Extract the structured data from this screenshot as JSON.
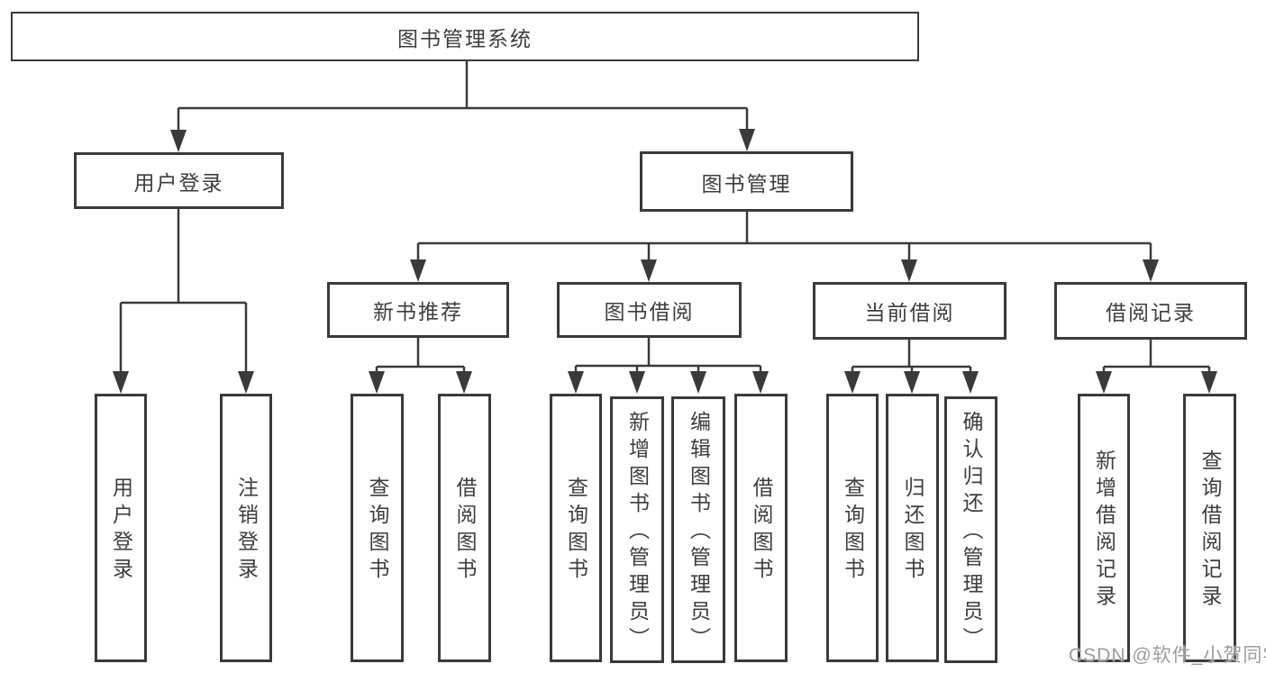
{
  "diagram": {
    "type": "hierarchy-tree",
    "title": "图书管理系统",
    "hierarchy": {
      "图书管理系统": {
        "用户登录": [
          "用户登录",
          "注销登录"
        ],
        "图书管理": {
          "新书推荐": [
            "查询图书",
            "借阅图书"
          ],
          "图书借阅": [
            "查询图书",
            "新增图书（管理员）",
            "编辑图书（管理员）",
            "借阅图书"
          ],
          "当前借阅": [
            "查询图书",
            "归还图书",
            "确认归还（管理员）"
          ],
          "借阅记录": [
            "新增借阅记录",
            "查询借阅记录"
          ]
        }
      }
    }
  },
  "nodes": {
    "root": {
      "label": "图书管理系统"
    },
    "user_login": {
      "label": "用户登录"
    },
    "book_management": {
      "label": "图书管理"
    },
    "new_book_recommend": {
      "label": "新书推荐"
    },
    "book_borrow": {
      "label": "图书借阅"
    },
    "current_borrow": {
      "label": "当前借阅"
    },
    "borrow_records": {
      "label": "借阅记录"
    },
    "leaf_login": {
      "label": "用户登录"
    },
    "leaf_logout": {
      "label": "注销登录"
    },
    "leaf_nbr_query": {
      "label": "查询图书"
    },
    "leaf_nbr_borrow": {
      "label": "借阅图书"
    },
    "leaf_bb_query": {
      "label": "查询图书"
    },
    "leaf_bb_add": {
      "label": "新增图书（管理员）"
    },
    "leaf_bb_edit": {
      "label": "编辑图书（管理员）"
    },
    "leaf_bb_borrow": {
      "label": "借阅图书"
    },
    "leaf_cb_query": {
      "label": "查询图书"
    },
    "leaf_cb_return": {
      "label": "归还图书"
    },
    "leaf_cb_confirm": {
      "label": "确认归还（管理员）"
    },
    "leaf_br_add": {
      "label": "新增借阅记录"
    },
    "leaf_br_query": {
      "label": "查询借阅记录"
    }
  },
  "colors": {
    "line": "#3a3a3a",
    "text": "#3d3d3d",
    "background": "#ffffff",
    "watermark": "#9c9c9c"
  },
  "watermark": {
    "text": "CSDN @软件_小贺同学"
  }
}
